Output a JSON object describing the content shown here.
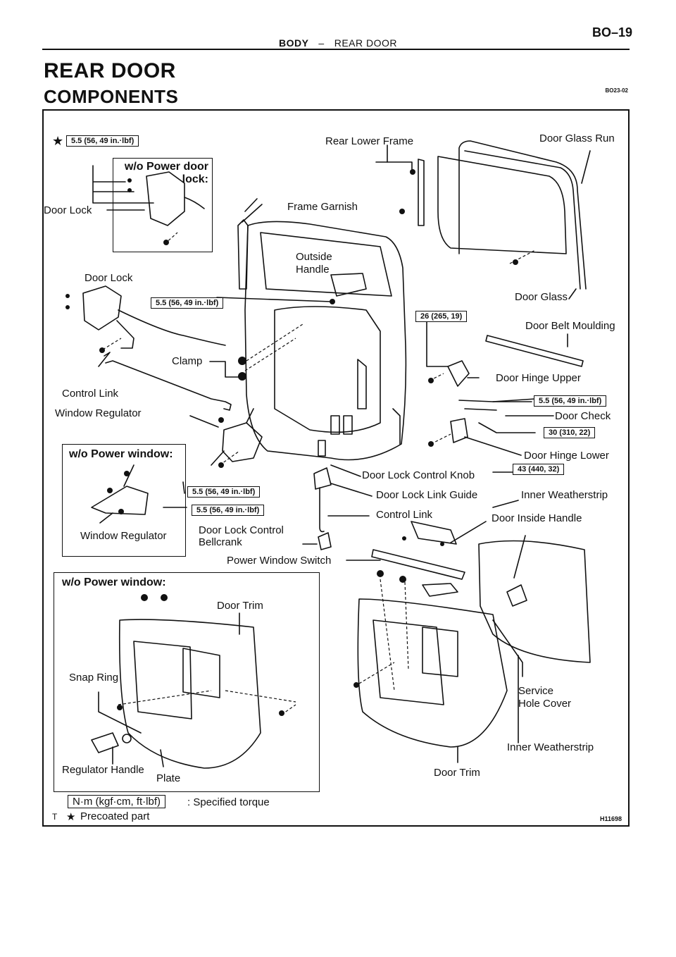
{
  "header": {
    "section": "BODY",
    "separator": "–",
    "subsection": "REAR DOOR",
    "page": "BO–19"
  },
  "title": "REAR DOOR",
  "subtitle": "COMPONENTS",
  "doc_code": "BO23-02",
  "figure_id": "H11698",
  "labels": {
    "rear_lower_frame": "Rear Lower Frame",
    "door_glass_run": "Door Glass Run",
    "frame_garnish": "Frame Garnish",
    "outside_handle": "Outside Handle",
    "door_lock_inset": "Door Lock",
    "door_lock": "Door Lock",
    "door_glass": "Door Glass",
    "door_belt_moulding": "Door Belt Moulding",
    "clamp": "Clamp",
    "door_hinge_upper": "Door Hinge Upper",
    "control_link": "Control Link",
    "door_check": "Door Check",
    "window_regulator": "Window Regulator",
    "door_hinge_lower": "Door Hinge Lower",
    "door_lock_control_knob": "Door Lock Control Knob",
    "door_lock_link_guide": "Door Lock Link Guide",
    "inner_weatherstrip_top": "Inner Weatherstrip",
    "control_link_lower": "Control Link",
    "door_inside_handle": "Door Inside Handle",
    "door_lock_control_bellcrank": "Door Lock Control Bellcrank",
    "window_regulator_inset": "Window Regulator",
    "power_window_switch": "Power Window Switch",
    "door_trim_left": "Door Trim",
    "snap_ring": "Snap Ring",
    "service_hole_cover": "Service Hole Cover",
    "regulator_handle": "Regulator Handle",
    "plate": "Plate",
    "inner_weatherstrip_bottom": "Inner Weatherstrip",
    "door_trim_right": "Door Trim"
  },
  "insets": {
    "power_door_lock": "w/o Power door lock:",
    "power_window_regulator": "w/o Power window:",
    "power_window_trim": "w/o Power window:"
  },
  "torques": {
    "door_lock_precoated": "5.5 (56, 49 in.·lbf)",
    "outside_handle": "5.5 (56, 49 in.·lbf)",
    "hinge_upper": "26 (265, 19)",
    "door_check_a": "5.5 (56, 49 in.·lbf)",
    "door_check_b": "30 (310, 22)",
    "hinge_lower": "43 (440, 32)",
    "regulator_a": "5.5 (56, 49 in.·lbf)",
    "regulator_b": "5.5 (56, 49 in.·lbf)"
  },
  "legend": {
    "torque_unit": "N·m (kgf·cm, ft·lbf)",
    "torque_desc": ": Specified torque",
    "precoated_marker": "T",
    "precoated_symbol": "★",
    "precoated_desc": "Precoated part"
  }
}
